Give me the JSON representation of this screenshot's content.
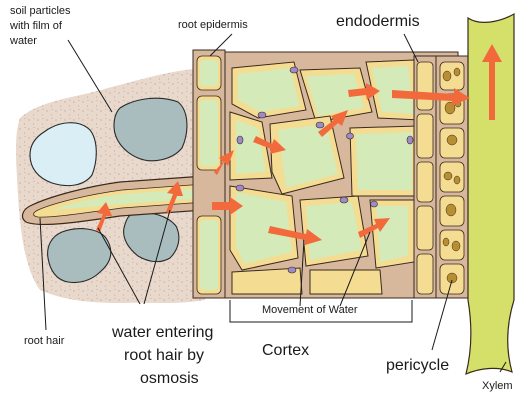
{
  "labels": {
    "soil_particles": [
      "soil particles",
      "with film of",
      "water"
    ],
    "root_epidermis": "root epidermis",
    "endodermis": "endodermis",
    "root_hair": "root hair",
    "water_entering": [
      "water entering",
      "root hair by",
      "osmosis"
    ],
    "movement_of_water": "Movement of Water",
    "cortex": "Cortex",
    "pericycle": "pericycle",
    "xylem": "Xylem"
  },
  "colors": {
    "soil": "#e9d8cc",
    "soil_speckle": "#b49b8a",
    "soil_particle": "#a9bdbf",
    "water_film": "#d9eef5",
    "cell_wall": "#d7b89c",
    "cell_outline": "#3a2a1c",
    "cytoplasm": "#f4dc92",
    "vacuole": "#d4eab8",
    "nucleus": "#9d8ac8",
    "xylem": "#d4e06a",
    "arrow": "#f26a3c",
    "pericycle_inner": "#b78e33"
  }
}
